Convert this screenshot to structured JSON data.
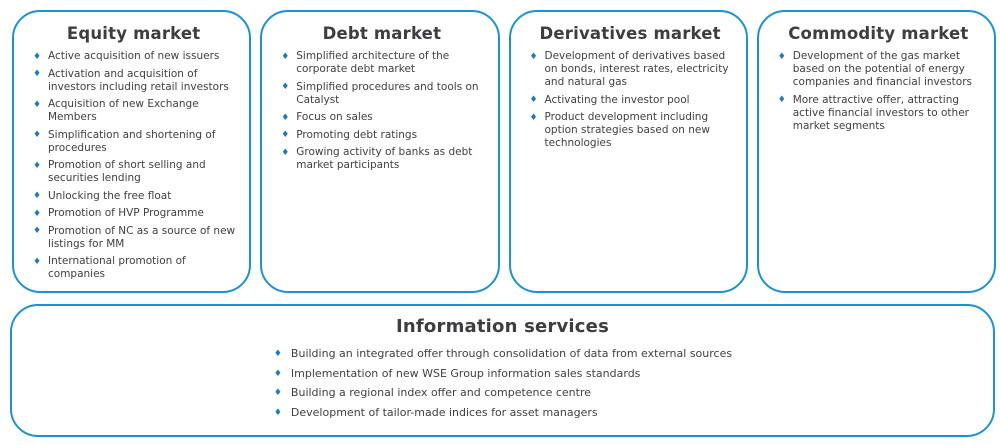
{
  "style": {
    "border_color": "#1a93d6",
    "bullet_color": "#1e79c3",
    "text_color": "#404040",
    "title_color": "#3d3d42",
    "background": "#ffffff"
  },
  "icons": {
    "diamond_bullet": "♦"
  },
  "cards": [
    {
      "title": "Equity market",
      "items": [
        "Active acquisition of new issuers",
        "Activation and acquisition of investors including retail investors",
        "Acquisition of new Exchange Members",
        "Simplification and shortening of procedures",
        "Promotion of short selling and securities lending",
        "Unlocking the free float",
        "Promotion of HVP Programme",
        "Promotion of NC as a source of new listings for MM",
        "International promotion of companies"
      ]
    },
    {
      "title": "Debt market",
      "items": [
        "Simplified architecture of the corporate debt market",
        "Simplified procedures and tools on Catalyst",
        "Focus on sales",
        "Promoting debt ratings",
        "Growing activity of banks as debt market participants"
      ]
    },
    {
      "title": "Derivatives market",
      "items": [
        "Development of derivatives based on bonds, interest rates, electricity and natural gas",
        "Activating the investor pool",
        "Product development including option strategies based on new technologies"
      ]
    },
    {
      "title": "Commodity market",
      "items": [
        "Development of the gas market based on the potential of energy companies and financial investors",
        "More attractive offer, attracting active financial investors to other market segments"
      ]
    }
  ],
  "info_panel": {
    "title": "Information services",
    "items": [
      "Building an integrated offer through consolidation of data from external sources",
      "Implementation of new WSE Group information sales standards",
      "Building a regional index offer and competence centre",
      "Development of tailor-made indices for asset managers"
    ]
  }
}
